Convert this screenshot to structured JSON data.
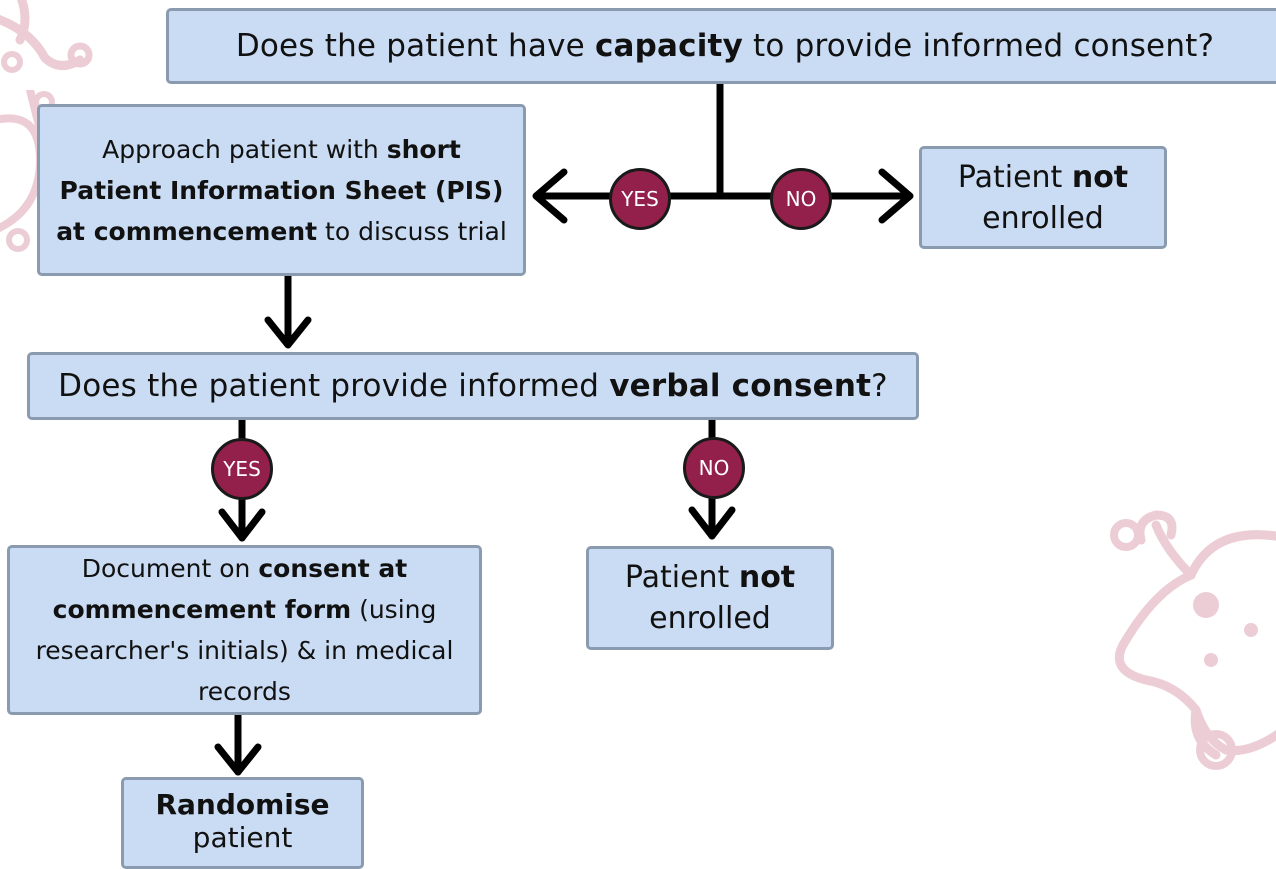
{
  "decorations": {
    "virus_icon_color": "#eccdd6"
  },
  "colors": {
    "box_fill": "#cadcf3",
    "box_border": "#8a9bb0",
    "badge_fill": "#93204a",
    "line": "#000000"
  },
  "q1": {
    "pre": "Does the patient have ",
    "bold": "capacity",
    "post": " to provide informed consent?"
  },
  "approach": {
    "pre": "Approach patient with ",
    "bold": "short Patient Information Sheet (PIS) at commencement",
    "post": " to discuss trial"
  },
  "not_enrolled_1": {
    "pre": "Patient ",
    "bold": "not",
    "post": "enrolled"
  },
  "q2": {
    "pre": "Does the patient provide informed ",
    "bold": "verbal consent",
    "post": "?"
  },
  "document": {
    "pre": "Document on ",
    "bold": "consent at commencement form",
    "post": " (using researcher's initials) & in medical records"
  },
  "not_enrolled_2": {
    "pre": "Patient ",
    "bold": "not",
    "post": "enrolled"
  },
  "randomise": {
    "bold": "Randomise",
    "post": "patient"
  },
  "badges": {
    "yes_1": "YES",
    "no_1": "NO",
    "yes_2": "YES",
    "no_2": "NO"
  }
}
